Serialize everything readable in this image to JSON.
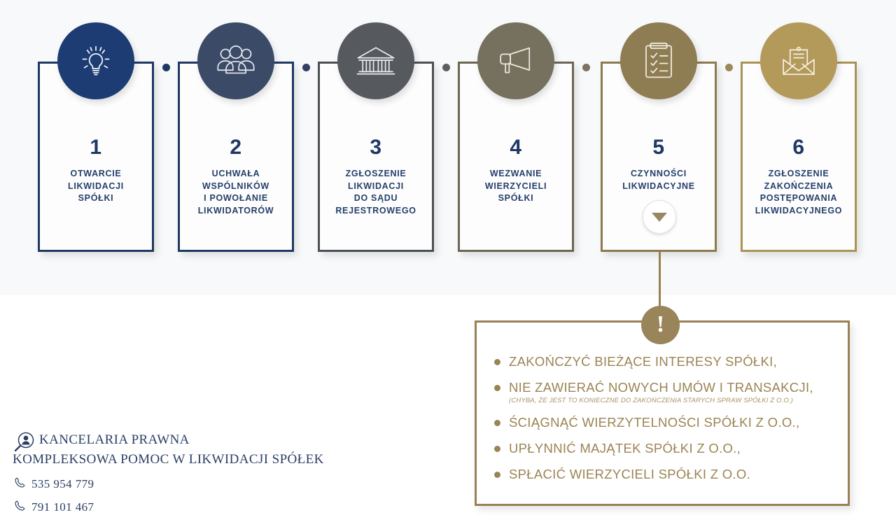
{
  "colors": {
    "band_background": "#f8f9fa",
    "navy": "#1f3864",
    "slate_blue": "#3b4a66",
    "gray": "#565a5e",
    "warm_gray": "#76705f",
    "bronze": "#8e7c53",
    "gold": "#b39a5b",
    "callout_border": "#9a8055",
    "callout_text": "#9b8453"
  },
  "steps": [
    {
      "number": "1",
      "label": "OTWARCIE\nLIKWIDACJI\nSPÓŁKI",
      "icon": "lightbulb-icon",
      "circle_color": "#1d3c73",
      "border_color": "#1f3864"
    },
    {
      "number": "2",
      "label": "UCHWAŁA\nWSPÓLNIKÓW\nI POWOŁANIE\nLIKWIDATORÓW",
      "icon": "people-group-icon",
      "circle_color": "#3b4a66",
      "border_color": "#1f3864"
    },
    {
      "number": "3",
      "label": "ZGŁOSZENIE\nLIKWIDACJI\nDO SĄDU\nREJESTROWEGO",
      "icon": "courthouse-icon",
      "circle_color": "#565a5e",
      "border_color": "#4c5055"
    },
    {
      "number": "4",
      "label": "WEZWANIE\nWIERZYCIELI\nSPÓŁKI",
      "icon": "megaphone-icon",
      "circle_color": "#76705f",
      "border_color": "#6e6654"
    },
    {
      "number": "5",
      "label": "CZYNNOŚCI\nLIKWIDACYJNE",
      "icon": "checklist-clipboard-icon",
      "circle_color": "#8e7c53",
      "border_color": "#8d7a4f"
    },
    {
      "number": "6",
      "label": "ZGŁOSZENIE\nZAKOŃCZENIA\nPOSTĘPOWANIA\nLIKWIDACYJNEGO",
      "icon": "open-envelope-letter-icon",
      "circle_color": "#b39a5b",
      "border_color": "#ab9355"
    }
  ],
  "expand_control": {
    "icon": "chevron-down-icon",
    "belongs_to_step": "5"
  },
  "callout": {
    "badge_icon": "exclamation-icon",
    "badge_symbol": "!",
    "items": [
      {
        "text": "ZAKOŃCZYĆ BIEŻĄCE INTERESY SPÓŁKI,",
        "note": ""
      },
      {
        "text": "NIE ZAWIERAĆ NOWYCH UMÓW I TRANSAKCJI,",
        "note": "(CHYBA, ŻE JEST TO KONIECZNE DO ZAKOŃCZENIA STARYCH SPRAW SPÓŁKI Z O.O.)"
      },
      {
        "text": "ŚCIĄGNĄĆ WIERZYTELNOŚCI SPÓŁKI Z O.O.,",
        "note": ""
      },
      {
        "text": "UPŁYNNIĆ MAJĄTEK SPÓŁKI Z O.O.,",
        "note": ""
      },
      {
        "text": "SPŁACIĆ WIERZYCIELI SPÓŁKI Z O.O.",
        "note": ""
      }
    ]
  },
  "contact": {
    "logo_icon": "magnifier-person-icon",
    "firm_line_1": "KANCELARIA PRAWNA",
    "firm_line_2": "KOMPLEKSOWA POMOC W LIKWIDACJI SPÓŁEK",
    "phone_icon": "phone-icon",
    "phones": [
      "535 954 779",
      "791 101 467"
    ]
  }
}
